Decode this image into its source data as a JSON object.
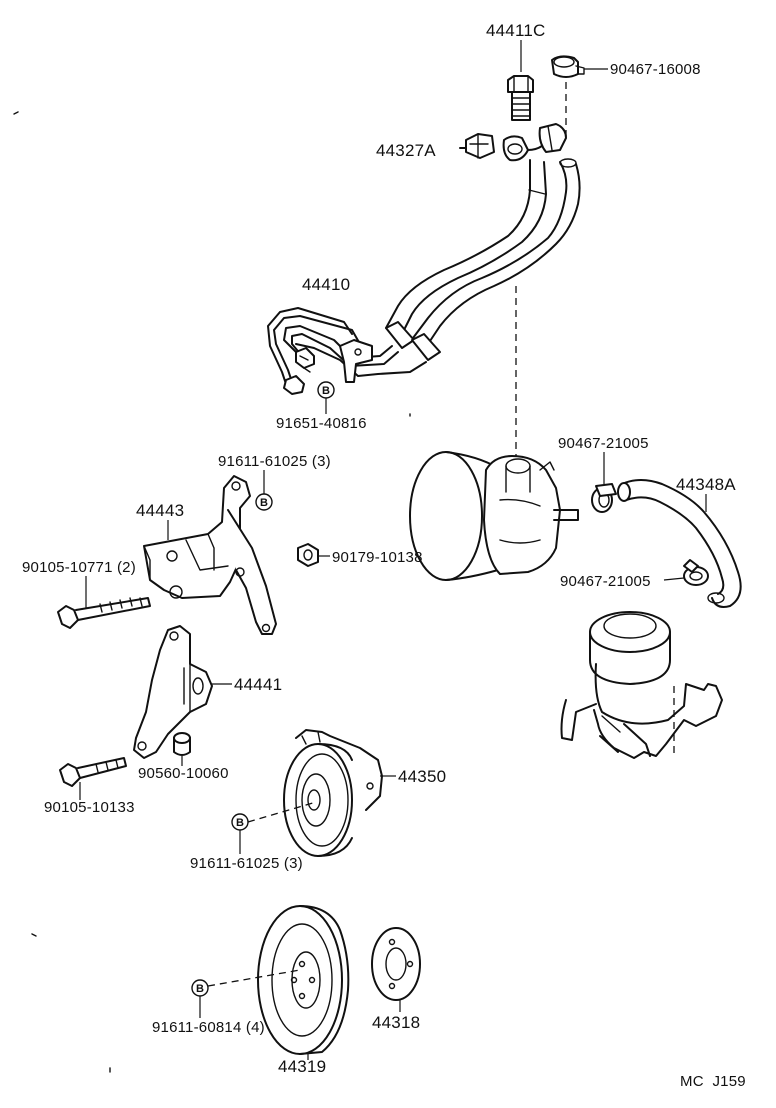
{
  "diagram": {
    "ref_code": "MC  J159",
    "marker_letter": "B",
    "labels": {
      "p44411C": "44411C",
      "p90467_16008": "90467-16008",
      "p44327A": "44327A",
      "p44410": "44410",
      "p91651_40816": "91651-40816",
      "p91611_61025_top": "91611-61025 (3)",
      "p44443": "44443",
      "p90105_10771": "90105-10771 (2)",
      "p90179_10138": "90179-10138",
      "p90467_21005_a": "90467-21005",
      "p44348A": "44348A",
      "p90467_21005_b": "90467-21005",
      "p44441": "44441",
      "p90560_10060": "90560-10060",
      "p90105_10133": "90105-10133",
      "p44350": "44350",
      "p91611_61025_mid": "91611-61025 (3)",
      "p91611_60814": "91611-60814 (4)",
      "p44318": "44318",
      "p44319": "44319"
    }
  }
}
